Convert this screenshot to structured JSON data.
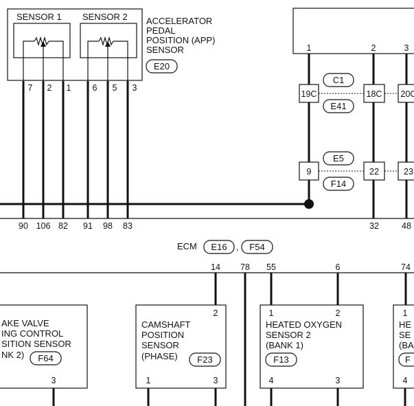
{
  "app_sensor": {
    "sensor1_title": "SENSOR 1",
    "sensor2_title": "SENSOR 2",
    "name_lines": [
      "ACCELERATOR",
      "PEDAL",
      "POSITION (APP)",
      "SENSOR"
    ],
    "connector": "E20",
    "pins": [
      "7",
      "2",
      "1",
      "6",
      "5",
      "3"
    ],
    "terminals": [
      "90",
      "106",
      "82",
      "91",
      "98",
      "83"
    ]
  },
  "right_unit": {
    "pins": [
      "1",
      "2",
      "3"
    ],
    "upper_connectors": [
      "C1",
      "E41"
    ],
    "upper_terms": [
      "19C",
      "18C",
      "20C"
    ],
    "lower_connectors": [
      "E5",
      "F14"
    ],
    "lower_terms": [
      "9",
      "22",
      "23"
    ],
    "bottom_terms": [
      "32",
      "48"
    ]
  },
  "ecm": {
    "label": "ECM",
    "connectors": [
      "E16",
      "F54"
    ],
    "separator": ",",
    "terminals": [
      "14",
      "78",
      "55",
      "6",
      "74"
    ]
  },
  "components": {
    "intake": {
      "lines": [
        "AKE VALVE",
        "ING CONTROL",
        "SITION SENSOR",
        "NK 2)"
      ],
      "connector": "F64",
      "pin": "3"
    },
    "camshaft": {
      "lines": [
        "CAMSHAFT",
        "POSITION",
        "SENSOR",
        "(PHASE)"
      ],
      "connector": "F23",
      "pins_top": [
        "2"
      ],
      "pins_bottom": [
        "1",
        "3"
      ]
    },
    "ho2s2": {
      "lines": [
        "HEATED OXYGEN",
        "SENSOR 2",
        "(BANK 1)"
      ],
      "connector": "F13",
      "pins_top": [
        "1",
        "2"
      ],
      "pins_bottom": [
        "4",
        "3"
      ]
    },
    "partial": {
      "lines": [
        "HE",
        "SE",
        "(BA"
      ],
      "connector": "F",
      "pins_top": [
        "1"
      ],
      "pins_bottom": [
        "4"
      ]
    }
  }
}
